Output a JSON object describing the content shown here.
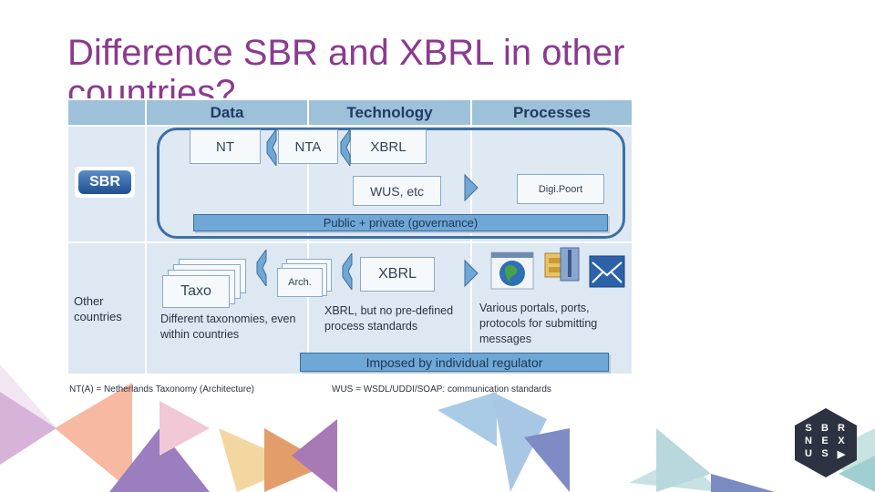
{
  "title": "Difference SBR and XBRL in other countries?",
  "headers": [
    "Data",
    "Technology",
    "Processes"
  ],
  "sbr_row": {
    "logo_text": "SBR",
    "nt": "NT",
    "nta": "NTA",
    "xbrl": "XBRL",
    "wus": "WUS, etc",
    "digipoort": "Digi.Poort",
    "governance": "Public + private (governance)"
  },
  "other_row": {
    "label": "Other countries",
    "taxo": "Taxo",
    "arch": "Arch.",
    "xbrl": "XBRL",
    "taxonomies_note": "Different taxonomies, even within countries",
    "xbrl_note": "XBRL, but no pre-defined process standards",
    "portals_note": "Various portals, ports, protocols for submitting messages",
    "regulator": "Imposed by individual regulator"
  },
  "footnotes": {
    "nt": "NT(A) = Netherlands Taxonomy (Architecture)",
    "wus": "WUS = WSDL/UDDI/SOAP: communication standards"
  },
  "brand": [
    "S",
    "B",
    "R",
    "N",
    "E",
    "X",
    "U",
    "S",
    "▶"
  ],
  "colors": {
    "title": "#8b3a8f",
    "header": "#9ec1da",
    "cell": "#dde8f3",
    "accent": "#6fa8d6"
  },
  "icons": [
    "globe-icon",
    "file-cabinet-icon",
    "zip-file-icon",
    "mail-icon"
  ]
}
